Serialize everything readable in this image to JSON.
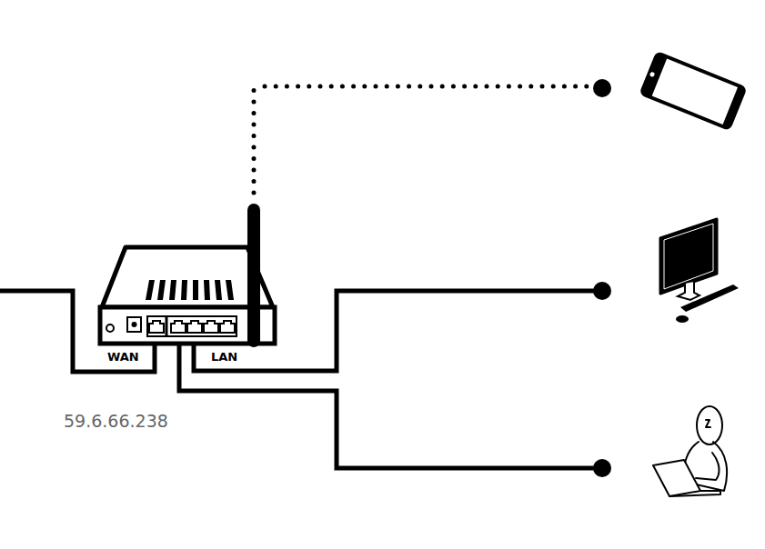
{
  "diagram": {
    "labels": [
      "WAN",
      "LAN",
      "59.6.66.238"
    ]
  }
}
